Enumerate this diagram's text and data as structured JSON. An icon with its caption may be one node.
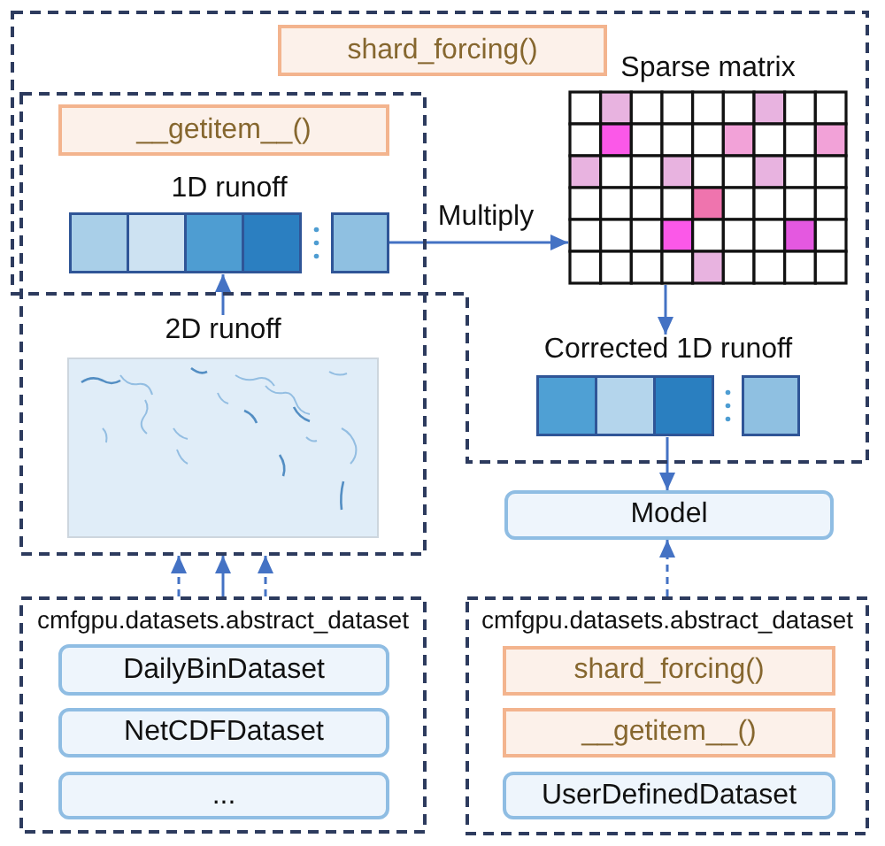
{
  "diagram": {
    "nodes": [
      {
        "text": [],
        "shape": "box"
      },
      {
        "text": [
          "shard_forcing()"
        ],
        "in": 0
      },
      {
        "text": [],
        "shape": "box"
      },
      {
        "text": [
          "__getitem__()"
        ],
        "in": 2
      },
      {
        "text": [
          "1D runoff"
        ],
        "in": 2
      },
      {
        "text": [
          "Sparse matrix"
        ],
        "in": 0
      },
      {
        "text": [
          "2D runoff"
        ],
        "in": 2
      },
      {
        "text": [
          "Corrected 1D runoff"
        ],
        "in": 0
      },
      {
        "text": [
          "Model"
        ]
      },
      {
        "text": [
          "cmfgpu.datasets.abstract_dataset"
        ]
      },
      {
        "text": [
          "DailyBinDataset"
        ],
        "in": 9
      },
      {
        "text": [
          "NetCDFDataset"
        ],
        "in": 9
      },
      {
        "text": [
          "..."
        ],
        "in": 9
      },
      {
        "text": [
          "cmfgpu.datasets.abstract_dataset"
        ]
      },
      {
        "text": [
          "shard_forcing()"
        ],
        "in": 13
      },
      {
        "text": [
          "__getitem__()"
        ],
        "in": 13
      },
      {
        "text": [
          "UserDefinedDataset"
        ],
        "in": 13
      }
    ],
    "edges": [
      {
        "from": 6,
        "to": 4,
        "arrow": "to"
      },
      {
        "from": 4,
        "to": 5,
        "arrow": "to",
        "label": "Multiply"
      },
      {
        "from": 5,
        "to": 7,
        "arrow": "to"
      },
      {
        "from": 7,
        "to": 8,
        "arrow": "to"
      },
      {
        "from": 13,
        "to": 8,
        "arrow": "to",
        "style": "dashed"
      },
      {
        "from": 9,
        "to": 2,
        "arrow": "to",
        "style": "dashed"
      },
      {
        "from": 9,
        "to": 2,
        "arrow": "to"
      },
      {
        "from": 9,
        "to": 2,
        "arrow": "to",
        "style": "dashed"
      }
    ]
  }
}
